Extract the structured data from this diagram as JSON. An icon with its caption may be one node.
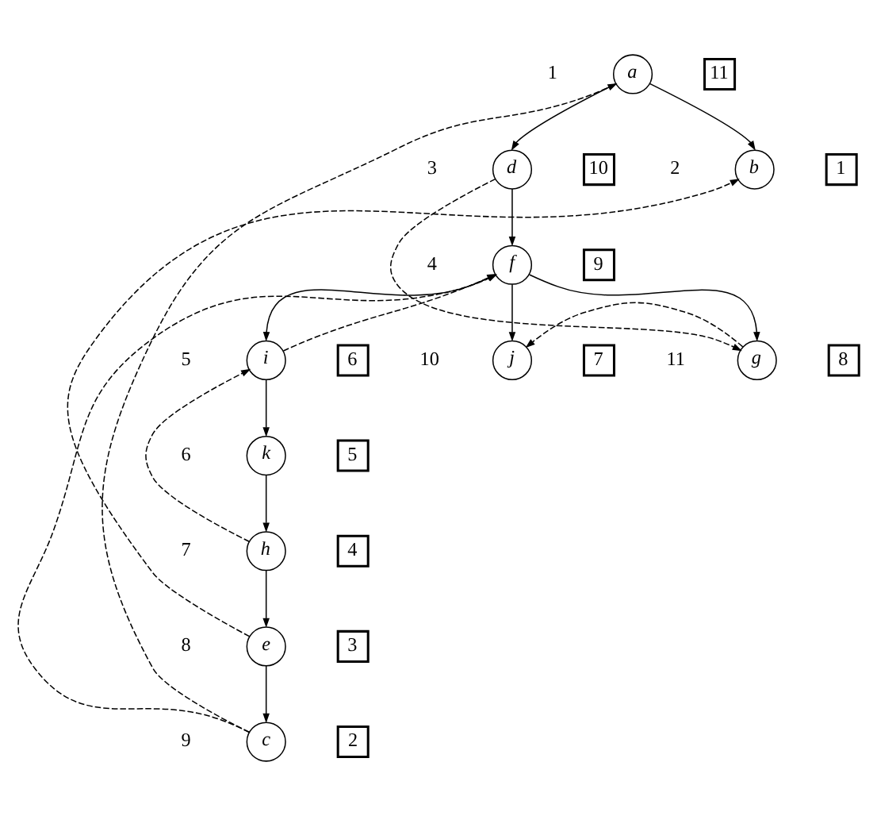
{
  "diagram": {
    "nodes": [
      {
        "text": [
          "a"
        ],
        "beside": [
          "1"
        ]
      },
      {
        "text": [
          "11"
        ]
      },
      {
        "text": [
          "b"
        ],
        "beside": [
          "2"
        ]
      },
      {
        "text": [
          "1"
        ]
      },
      {
        "text": [
          "d"
        ],
        "beside": [
          "3"
        ]
      },
      {
        "text": [
          "10"
        ]
      },
      {
        "text": [
          "f"
        ],
        "beside": [
          "4"
        ]
      },
      {
        "text": [
          "9"
        ]
      },
      {
        "text": [
          "i"
        ],
        "beside": [
          "5"
        ]
      },
      {
        "text": [
          "6"
        ]
      },
      {
        "text": [
          "j"
        ],
        "beside": [
          "10"
        ]
      },
      {
        "text": [
          "g"
        ],
        "beside": [
          "11"
        ]
      },
      {
        "text": [
          "8"
        ]
      },
      {
        "text": [
          "7"
        ]
      },
      {
        "text": [
          "k"
        ],
        "beside": [
          "6"
        ]
      },
      {
        "text": [
          "5"
        ]
      },
      {
        "text": [
          "h"
        ],
        "beside": [
          "7"
        ]
      },
      {
        "text": [
          "4"
        ]
      },
      {
        "text": [
          "e"
        ],
        "beside": [
          "8"
        ]
      },
      {
        "text": [
          "3"
        ]
      },
      {
        "text": [
          "c"
        ],
        "beside": [
          "9"
        ]
      },
      {
        "text": [
          "2"
        ]
      }
    ],
    "edges": [
      {
        "from": 0,
        "to": 2,
        "arrow": "to"
      },
      {
        "from": 0,
        "to": 4,
        "arrow": "to"
      },
      {
        "from": 4,
        "to": 6,
        "arrow": "to"
      },
      {
        "from": 6,
        "to": 8,
        "arrow": "to"
      },
      {
        "from": 6,
        "to": 10,
        "arrow": "to"
      },
      {
        "from": 6,
        "to": 11,
        "arrow": "to"
      },
      {
        "from": 8,
        "to": 14,
        "arrow": "to"
      },
      {
        "from": 14,
        "to": 16,
        "arrow": "to"
      },
      {
        "from": 16,
        "to": 18,
        "arrow": "to"
      },
      {
        "from": 18,
        "to": 20,
        "arrow": "to"
      },
      {
        "from": 4,
        "to": 11,
        "arrow": "to",
        "style": "dashed"
      },
      {
        "from": 11,
        "to": 10,
        "arrow": "to",
        "style": "dashed"
      },
      {
        "from": 8,
        "to": 6,
        "arrow": "to",
        "style": "dashed"
      },
      {
        "from": 16,
        "to": 8,
        "arrow": "to",
        "style": "dashed"
      },
      {
        "from": 18,
        "to": 2,
        "arrow": "to",
        "style": "dashed"
      },
      {
        "from": 20,
        "to": 6,
        "arrow": "to",
        "style": "dashed"
      },
      {
        "from": 20,
        "to": 0,
        "arrow": "to",
        "style": "dashed"
      }
    ]
  }
}
